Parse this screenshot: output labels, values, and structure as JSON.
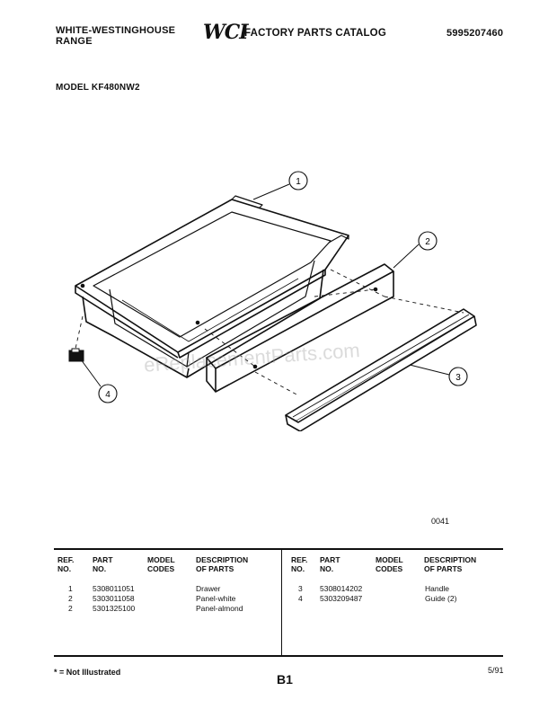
{
  "header": {
    "brand_line1": "WHITE-WESTINGHOUSE",
    "brand_line2": "RANGE",
    "logo_text": "WCI",
    "catalog_title": "FACTORY PARTS CATALOG",
    "catalog_number": "5995207460",
    "model_label": "MODEL KF480NW2"
  },
  "diagram": {
    "callouts": [
      "1",
      "2",
      "3",
      "4"
    ],
    "illustration_code": "0041",
    "watermark": "eReplacementParts.com"
  },
  "parts_table": {
    "headers": {
      "ref_no": "REF. NO.",
      "part_no": "PART NO.",
      "model_codes": "MODEL CODES",
      "description": "DESCRIPTION OF PARTS"
    },
    "header_lines": {
      "ref_1": "REF.",
      "ref_2": "NO.",
      "part_1": "PART",
      "part_2": "NO.",
      "model_1": "MODEL",
      "model_2": "CODES",
      "desc_1": "DESCRIPTION",
      "desc_2": "OF PARTS"
    },
    "left_rows": [
      {
        "ref": "1",
        "part": "5308011051",
        "codes": "",
        "desc": "Drawer"
      },
      {
        "ref": "2",
        "part": "5303011058",
        "codes": "",
        "desc": "Panel-white"
      },
      {
        "ref": "2",
        "part": "5301325100",
        "codes": "",
        "desc": "Panel-almond"
      }
    ],
    "right_rows": [
      {
        "ref": "3",
        "part": "5308014202",
        "codes": "",
        "desc": "Handle"
      },
      {
        "ref": "4",
        "part": "5303209487",
        "codes": "",
        "desc": "Guide (2)"
      }
    ]
  },
  "footer": {
    "not_illustrated": "* = Not Illustrated",
    "page_code": "B1",
    "date": "5/91"
  }
}
